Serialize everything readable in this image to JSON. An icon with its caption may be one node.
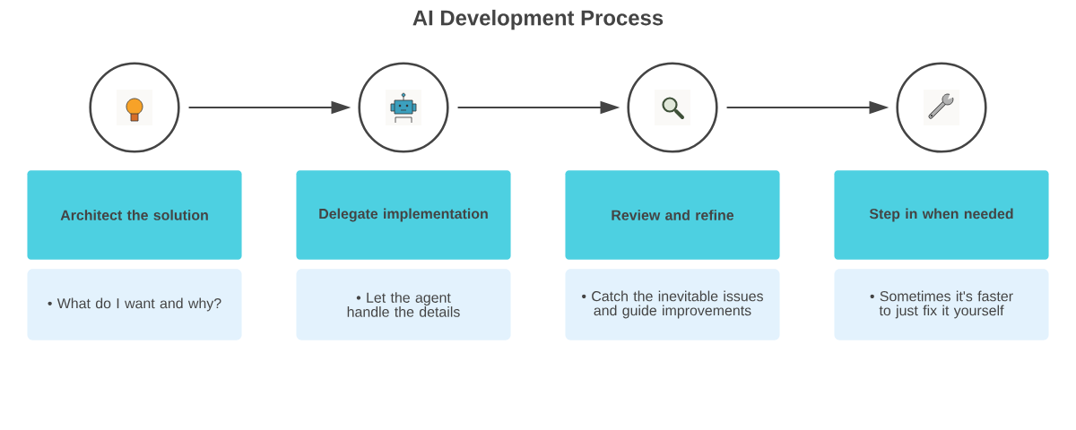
{
  "diagram": {
    "title": "AI Development Process",
    "nodes": [
      {
        "text": [],
        "shape": "circle"
      },
      {
        "text": [],
        "shape": "circle"
      },
      {
        "text": [],
        "shape": "circle"
      },
      {
        "text": [],
        "shape": "circle"
      },
      {
        "text": [
          "Architect the solution"
        ]
      },
      {
        "text": [
          "Delegate implementation"
        ]
      },
      {
        "text": [
          "Review and refine"
        ]
      },
      {
        "text": [
          "Step in when needed"
        ]
      },
      {
        "text": [
          "• What do I want and why?"
        ]
      },
      {
        "text": [
          "• Let the agent handle the details"
        ]
      },
      {
        "text": [
          "• Catch the inevitable issues and guide improvements"
        ]
      },
      {
        "text": [
          "• Sometimes it's faster to just fix it yourself"
        ]
      }
    ],
    "edges": [
      {
        "from": 0,
        "to": 1,
        "arrow": "to"
      },
      {
        "from": 1,
        "to": 2,
        "arrow": "to"
      },
      {
        "from": 2,
        "to": 3,
        "arrow": "to"
      }
    ]
  }
}
